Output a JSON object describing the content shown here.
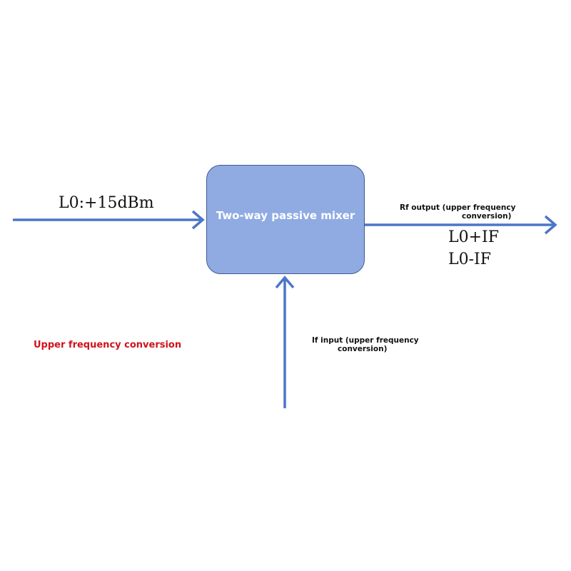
{
  "colors": {
    "arrow": "#4a77c8",
    "mixer_fill": "#8fabe2",
    "mixer_border": "#3f5a8f",
    "highlight_text": "#d0121b"
  },
  "mixer": {
    "label": "Two-way passive mixer"
  },
  "lo_input": {
    "label": "L0:+15dBm"
  },
  "rf_output": {
    "label_line1": "Rf output (upper frequency",
    "label_line2": "conversion)",
    "sum_label": "L0+IF",
    "diff_label": "L0-IF"
  },
  "if_input": {
    "label_line1": "If input (upper frequency",
    "label_line2": "conversion)"
  },
  "caption": {
    "text": "Upper frequency conversion"
  }
}
